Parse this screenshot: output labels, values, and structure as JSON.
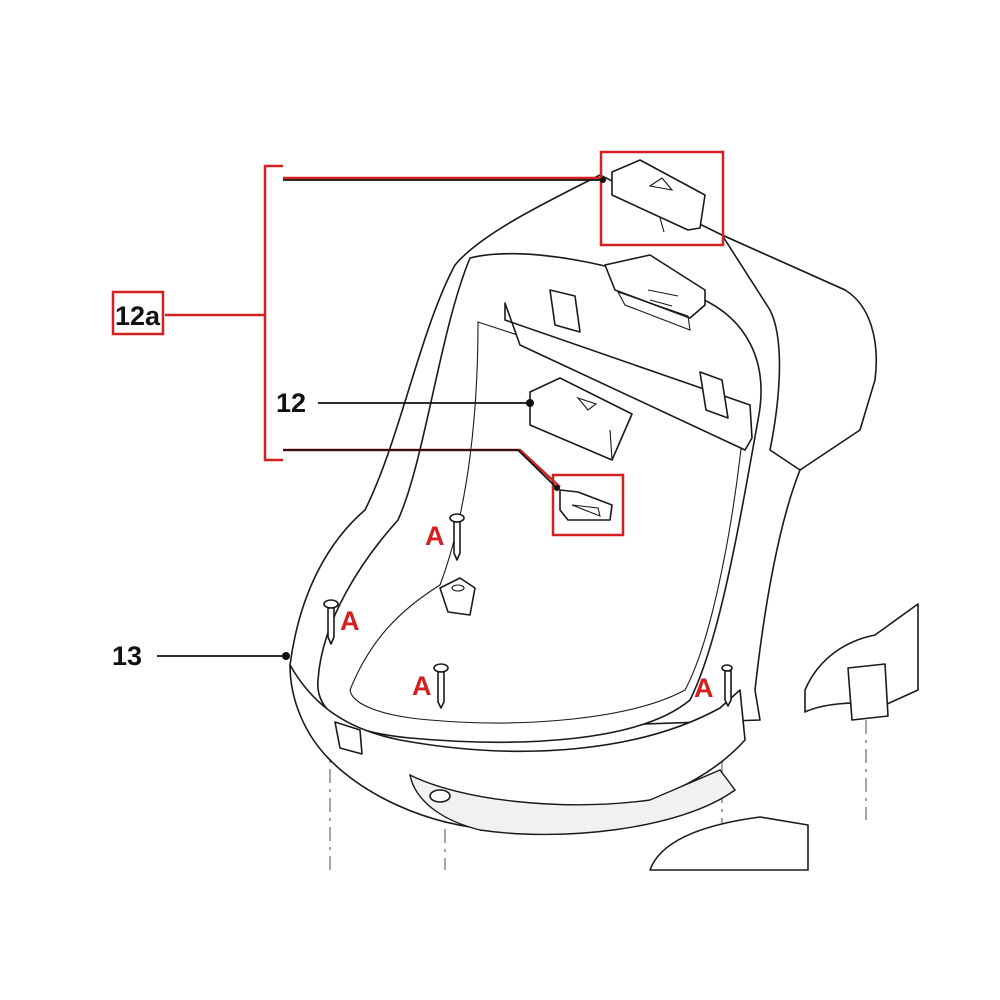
{
  "labels": {
    "group_12a": "12a",
    "part_12": "12",
    "part_13": "13",
    "screw": "A"
  },
  "colors": {
    "highlight": "#d42020",
    "line": "#1a1a1a",
    "background": "#ffffff"
  }
}
